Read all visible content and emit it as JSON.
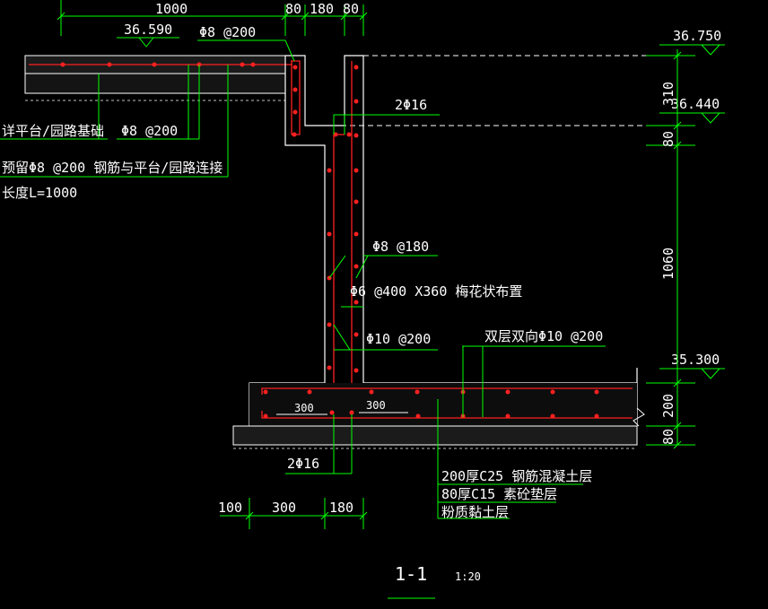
{
  "dimensions": {
    "top": [
      "1000",
      "80",
      "180",
      "80"
    ],
    "right": [
      "310",
      "80",
      "1060",
      "200",
      "80"
    ],
    "bottom": [
      "100",
      "300",
      "180"
    ]
  },
  "elevations": [
    "36.590",
    "36.750",
    "36.440",
    "35.300"
  ],
  "labels": {
    "rebar_top": "Φ8 @200",
    "rebar_2phi16_top": "2Φ16",
    "detail_platform": "详平台/园路基础",
    "rebar_phi8_200": "Φ8 @200",
    "reserved_rebar": "预留Φ8 @200 钢筋与平台/园路连接",
    "length": "长度L=1000",
    "rebar_phi8_180": "Φ8 @180",
    "tie_bars": "Φ6 @400 X360  梅花状布置",
    "rebar_phi10_200": "Φ10 @200",
    "double_layer": "双层双向Φ10 @200",
    "lap_left": "300",
    "lap_right": "300",
    "rebar_2phi16_bottom": "2Φ16",
    "layer_1": "200厚C25 钢筋混凝土层",
    "layer_2": "80厚C15 素砼垫层",
    "layer_3": "粉质黏土层"
  },
  "title": {
    "section": "1-1",
    "scale": "1:20"
  },
  "colors": {
    "dimension": "#00ff00",
    "rebar": "#ff2020",
    "outline": "#ffffff",
    "background": "#000000"
  }
}
